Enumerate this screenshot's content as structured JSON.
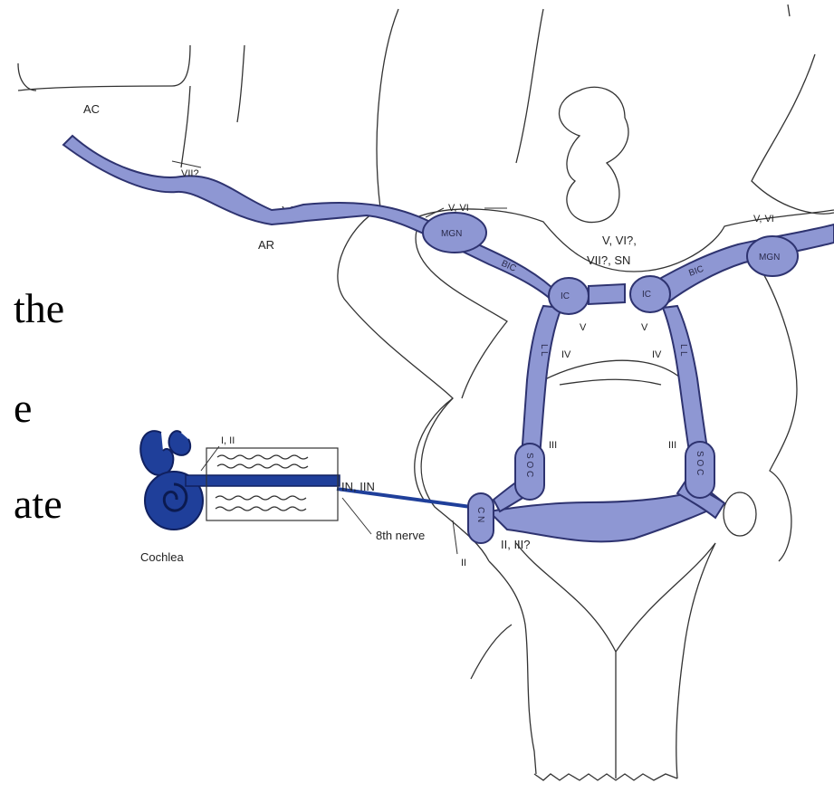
{
  "slide_fragments": [
    "the",
    "e",
    "ate"
  ],
  "colors": {
    "pathway_fill": "#8e97d3",
    "pathway_stroke": "#2e3370",
    "cochlea": "#1f3f9a",
    "outline": "#333333"
  },
  "labels": {
    "ac": "AC",
    "vii_q": "VII?",
    "ar": "AR",
    "v_vi_left": "V, VI",
    "v_vi_right": "V, VI",
    "mgn_left": "MGN",
    "mgn_right": "MGN",
    "bic_left": "BIC",
    "bic_right": "BIC",
    "ic_left": "IC",
    "ic_right": "IC",
    "center_line1": "V, VI?,",
    "center_line2": "VII?, SN",
    "v_left": "V",
    "v_right": "V",
    "iv_left": "IV",
    "iv_right": "IV",
    "ll_left": "L L",
    "ll_right": "L L",
    "iii_left": "III",
    "iii_right": "III",
    "soc_left": "S O C",
    "soc_right": "S O C",
    "cn": "C N",
    "i_ii": "I, II",
    "in_iin": "IN, IIN",
    "eighth_nerve": "8th nerve",
    "ii": "II",
    "ii_iii_q": "II, III?",
    "cochlea": "Cochlea"
  }
}
